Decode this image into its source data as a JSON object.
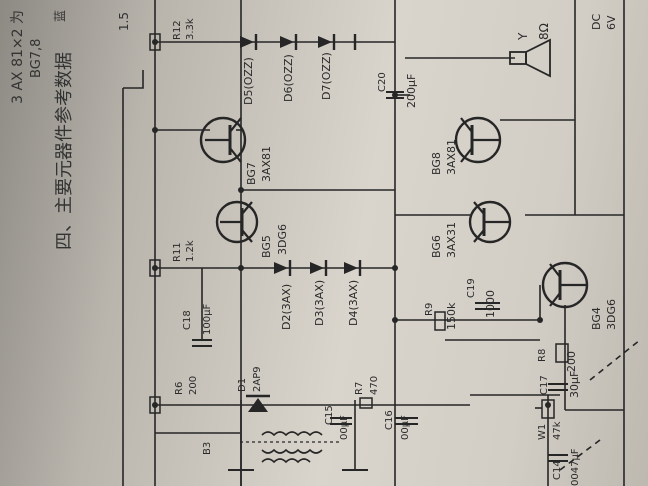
{
  "header": {
    "heading": "四、主要元器件参考数据",
    "top_left_1": "3 AX 81×2 为",
    "top_left_2": "BG7,8",
    "top_right": "1.5",
    "top_mid": "蓝"
  },
  "power": {
    "label_1": "DC",
    "label_2": "6V"
  },
  "speaker": {
    "ref": "Y",
    "value": "8Ω"
  },
  "resistors": [
    {
      "ref": "R12",
      "value": "3.3k"
    },
    {
      "ref": "R11",
      "value": "1.2k"
    },
    {
      "ref": "R9",
      "value": "150k"
    },
    {
      "ref": "R8",
      "value": "200"
    },
    {
      "ref": "R7",
      "value": "470"
    },
    {
      "ref": "R6",
      "value": "200"
    },
    {
      "ref": "W1",
      "value": "47k"
    }
  ],
  "capacitors": [
    {
      "ref": "C20",
      "value": "200μF"
    },
    {
      "ref": "C19",
      "value": "1000"
    },
    {
      "ref": "C18",
      "value": "100μF"
    },
    {
      "ref": "C17",
      "value": "30μF"
    },
    {
      "ref": "C15",
      "value": "00μF"
    },
    {
      "ref": "C16",
      "value": "00μF"
    },
    {
      "ref": "C14",
      "value": "0047μF"
    }
  ],
  "diodes_top": [
    {
      "ref": "D5",
      "type": "(OZZ)"
    },
    {
      "ref": "D6",
      "type": "(OZZ)"
    },
    {
      "ref": "D7",
      "type": "(OZZ)"
    }
  ],
  "diodes_mid": [
    {
      "ref": "D2",
      "type": "(3AX)"
    },
    {
      "ref": "D3",
      "type": "(3AX)"
    },
    {
      "ref": "D4",
      "type": "(3AX)"
    }
  ],
  "detector": {
    "ref": "D1",
    "type": "2AP9"
  },
  "coil": {
    "ref": "B3"
  },
  "transistors": [
    {
      "ref": "BG7",
      "type": "3AX81"
    },
    {
      "ref": "BG8",
      "type": "3AX81"
    },
    {
      "ref": "BG5",
      "type": "3DG6"
    },
    {
      "ref": "BG6",
      "type": "3AX31"
    },
    {
      "ref": "BG4",
      "type": "3DG6"
    }
  ]
}
